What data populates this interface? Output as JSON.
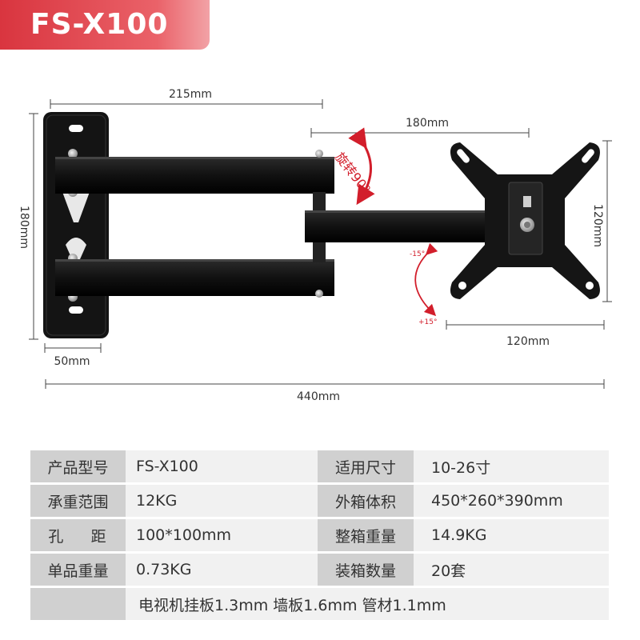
{
  "header": {
    "model_title": "FS-X100"
  },
  "diagram": {
    "dims": {
      "top_width": "215mm",
      "arm_reach": "180mm",
      "left_height": "180mm",
      "right_height": "120mm",
      "plate_width": "120mm",
      "base_width": "50mm",
      "total_length": "440mm"
    },
    "rotation_label": "旋转90°",
    "tilt_up": "-15°",
    "tilt_down": "+15°",
    "colors": {
      "accent": "#d21e2b",
      "bracket": "#141414"
    }
  },
  "specs": {
    "rows": [
      {
        "label1": "产品型号",
        "value1": "FS-X100",
        "label2": "适用尺寸",
        "value2": "10-26寸"
      },
      {
        "label1": "承重范围",
        "value1": "12KG",
        "label2": "外箱体积",
        "value2": "450*260*390mm"
      },
      {
        "label1": "孔    距",
        "value1": "100*100mm",
        "label2": "整箱重量",
        "value2": "14.9KG"
      },
      {
        "label1": "单品重量",
        "value1": "0.73KG",
        "label2": "装箱数量",
        "value2": "20套"
      }
    ],
    "material_note": "电视机挂板1.3mm 墙板1.6mm 管材1.1mm"
  }
}
